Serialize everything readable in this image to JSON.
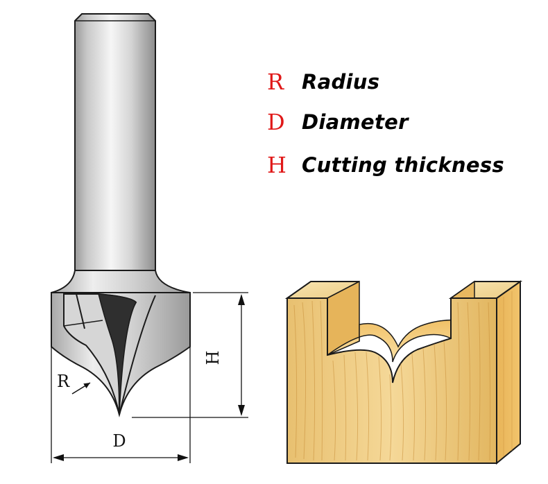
{
  "legend": {
    "items": [
      {
        "symbol": "R",
        "term": "Radius"
      },
      {
        "symbol": "D",
        "term": "Diameter"
      },
      {
        "symbol": "H",
        "term": "Cutting thickness"
      }
    ],
    "symbol_color": "#e01818"
  },
  "bit_diagram": {
    "radius_label": "R",
    "diameter_label": "D",
    "height_label": "H"
  },
  "colors": {
    "steel_light": "#f4f4f4",
    "steel_dark": "#8a8a8a",
    "wood_light": "#f4d690",
    "wood_dark": "#d9a94c",
    "outline": "#1a1a1a"
  }
}
